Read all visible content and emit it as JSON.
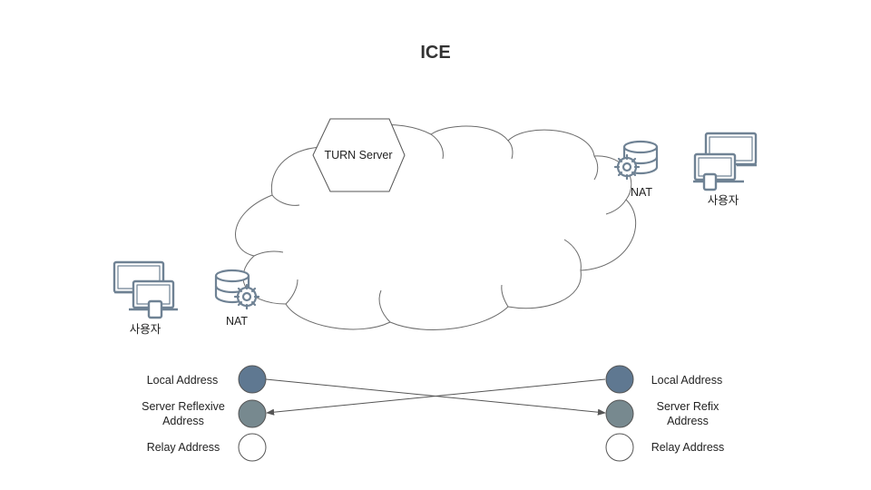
{
  "title": "ICE",
  "server": {
    "label": "TURN  Server"
  },
  "left": {
    "user_label": "사용자",
    "nat_label": "NAT",
    "addresses": [
      {
        "label": [
          "Local Address"
        ],
        "kind": "local"
      },
      {
        "label": [
          "Server  Reflexive",
          "Address"
        ],
        "kind": "reflexive"
      },
      {
        "label": [
          "Relay Address"
        ],
        "kind": "relay"
      }
    ]
  },
  "right": {
    "user_label": "사용자",
    "nat_label": "NAT",
    "addresses": [
      {
        "label": [
          "Local Address"
        ],
        "kind": "local"
      },
      {
        "label": [
          "Server  Refix",
          "Address"
        ],
        "kind": "reflexive"
      },
      {
        "label": [
          "Relay Address"
        ],
        "kind": "relay"
      }
    ]
  },
  "colors": {
    "local": "#5f7891",
    "reflexive": "#77898f",
    "relay": "#ffffff",
    "icon": "#6f8294",
    "outline": "#6b6b6b",
    "arrow": "#555555"
  },
  "icons": {
    "user": "devices-icon",
    "nat": "server-gear-icon"
  }
}
